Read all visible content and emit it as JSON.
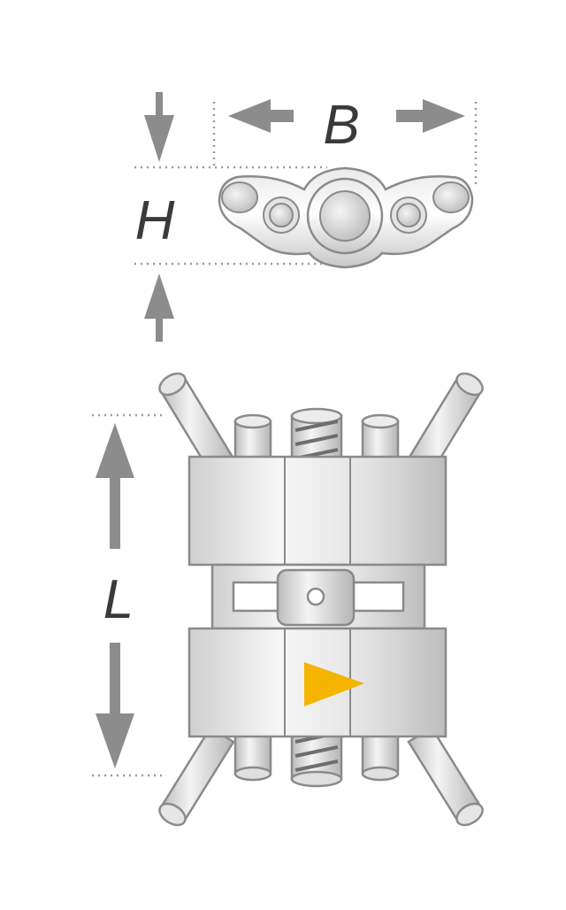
{
  "dimensions": {
    "width_label": "B",
    "height_label": "H",
    "length_label": "L"
  },
  "colors": {
    "metal_light": "#f2f2f2",
    "metal_mid": "#d4d4d4",
    "metal_dark": "#a8a8a8",
    "outline": "#8a8a8a",
    "arrow_gray": "#8c8c8c",
    "indicator_yellow": "#f4b400"
  },
  "icons": {
    "direction_marker": "play-triangle-icon"
  }
}
